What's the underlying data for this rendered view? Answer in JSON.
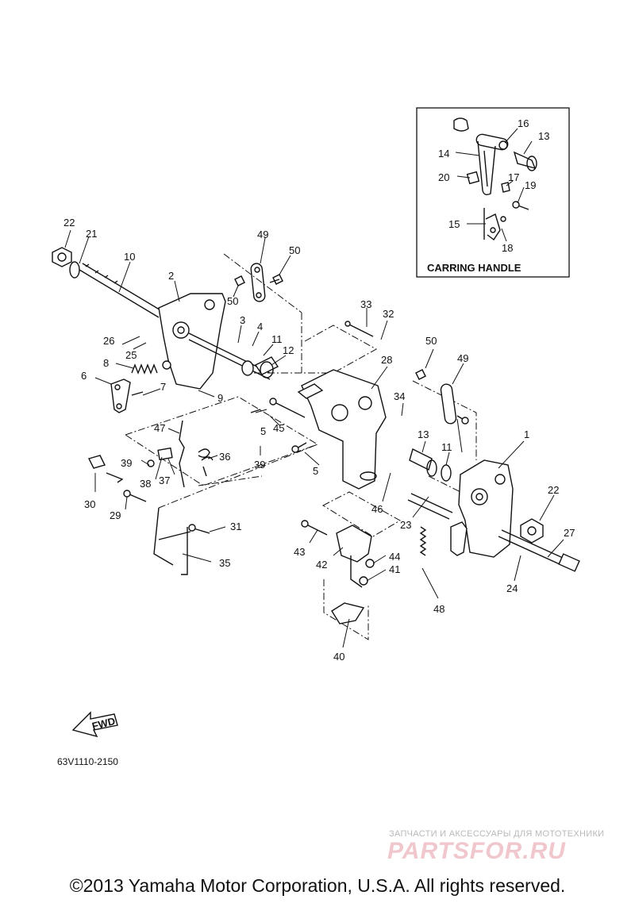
{
  "diagram": {
    "callouts": [
      "1",
      "2",
      "3",
      "4",
      "5",
      "5",
      "6",
      "7",
      "8",
      "9",
      "10",
      "11",
      "11",
      "12",
      "13",
      "13",
      "14",
      "15",
      "16",
      "17",
      "18",
      "19",
      "20",
      "21",
      "22",
      "22",
      "23",
      "24",
      "25",
      "26",
      "27",
      "28",
      "29",
      "30",
      "31",
      "32",
      "33",
      "34",
      "35",
      "36",
      "37",
      "38",
      "39",
      "39",
      "40",
      "41",
      "42",
      "43",
      "44",
      "45",
      "46",
      "47",
      "48",
      "49",
      "49",
      "50",
      "50",
      "50"
    ],
    "inset_title": "CARRING HANDLE",
    "direction_arrow": "FWD",
    "drawing_code": "63V1110-2150",
    "watermark_subtitle": "ЗАПЧАСТИ И АКСЕССУАРЫ ДЛЯ МОТОТЕХНИКИ",
    "watermark_logo": "PARTSFOR.RU",
    "copyright": "©2013 Yamaha Motor Corporation, U.S.A. All rights reserved."
  }
}
